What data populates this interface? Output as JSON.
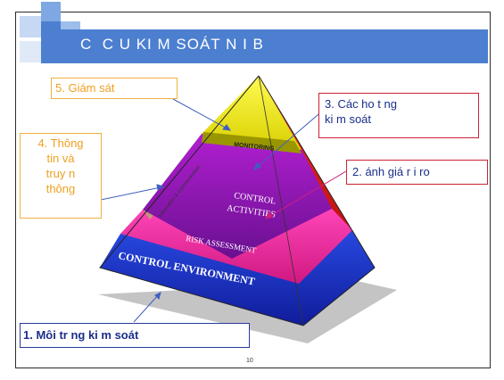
{
  "slide": {
    "title": "C  C U KI M SOÁT N I B",
    "page_number": "10",
    "colors": {
      "title_bar": "#4c7fd0",
      "accent_orange": "#f0a020",
      "accent_red": "#cc2233",
      "accent_blue": "#1a2e8a"
    }
  },
  "pyramid": {
    "monitoring": "MONITORING",
    "control_activities_line1": "CONTROL",
    "control_activities_line2": "ACTIVITIES",
    "risk_assessment": "RISK ASSESSMENT",
    "control_environment": "CONTROL ENVIRONMENT",
    "info_comm_left": "Information & Communication",
    "info_comm_right": "Information & Communication"
  },
  "labels": {
    "monitoring": "5. Giám sát",
    "info_line1": "4. Thông",
    "info_line2": "tin và",
    "info_line3": "truy  n",
    "info_line4": "thông",
    "control_activities_line1": "3. Các ho  t     ng",
    "control_activities_line2": "ki  m soát",
    "risk": "2.    ánh giá r  i ro",
    "environment": "1. Môi tr      ng ki  m soát"
  }
}
